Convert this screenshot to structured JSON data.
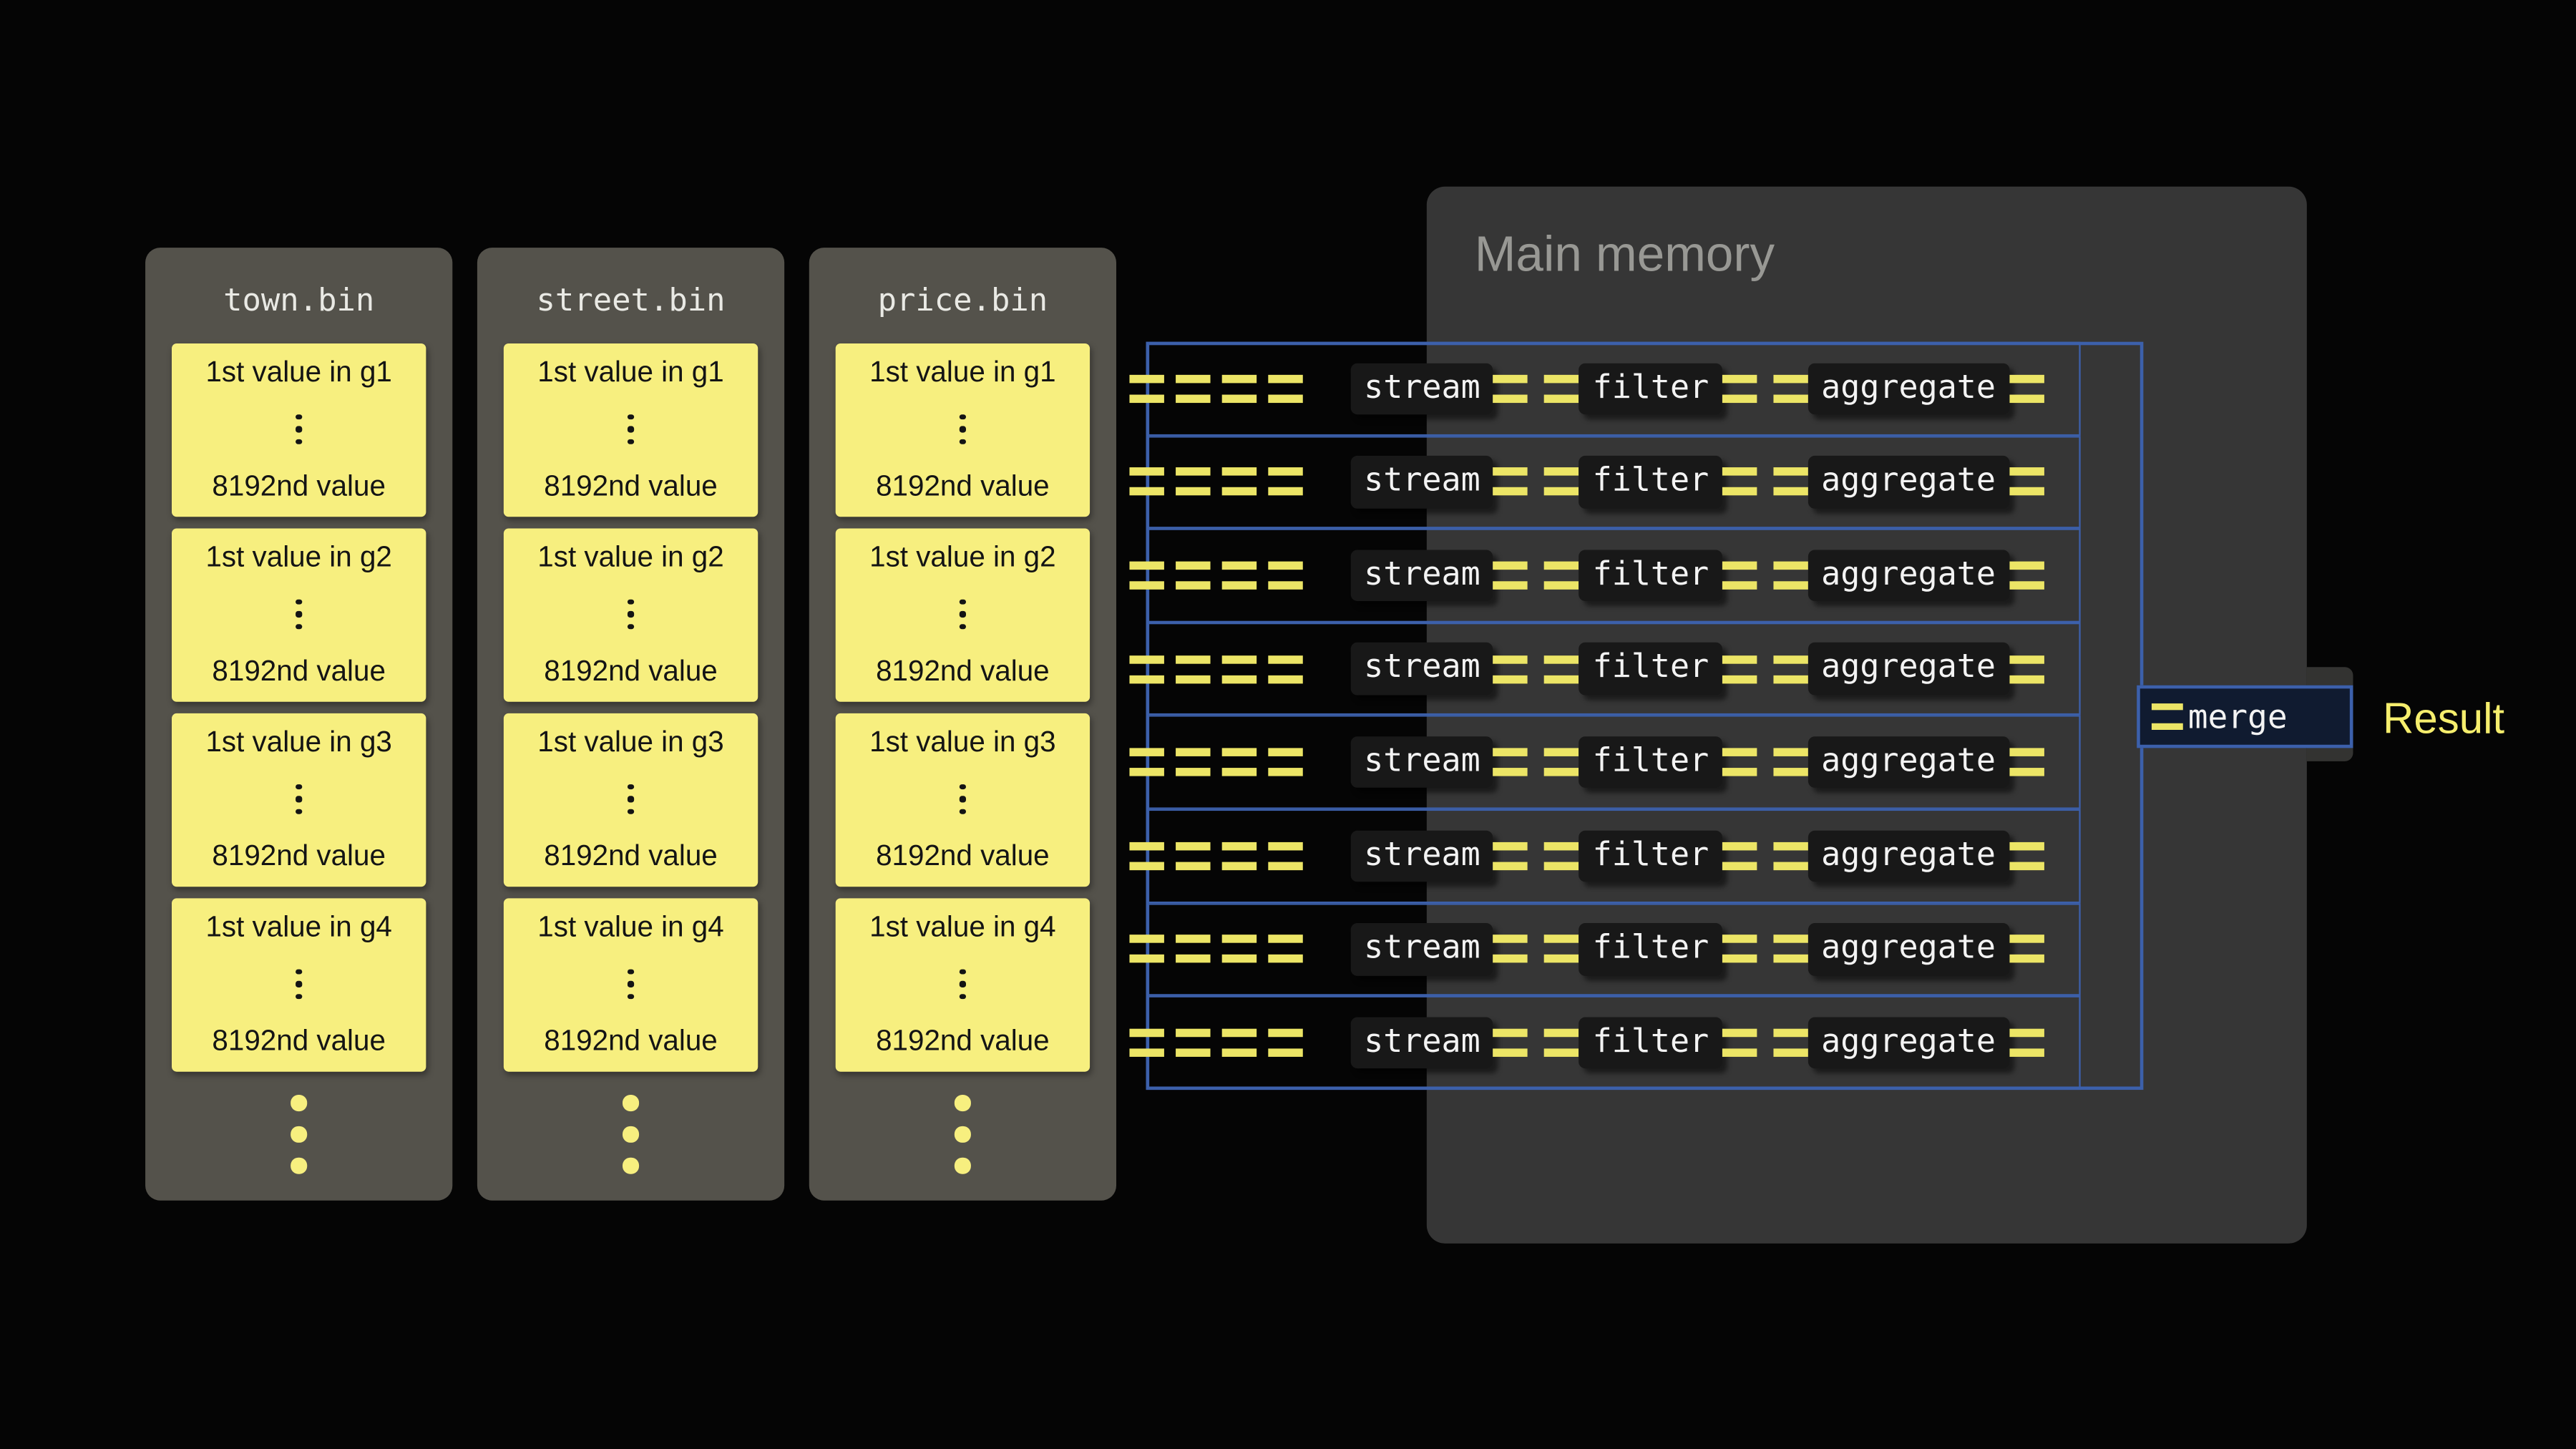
{
  "files": [
    {
      "name": "town.bin",
      "groups": [
        {
          "first": "1st value in g1",
          "last": "8192nd value"
        },
        {
          "first": "1st value in g2",
          "last": "8192nd value"
        },
        {
          "first": "1st value in g3",
          "last": "8192nd value"
        },
        {
          "first": "1st value in g4",
          "last": "8192nd value"
        }
      ]
    },
    {
      "name": "street.bin",
      "groups": [
        {
          "first": "1st value in g1",
          "last": "8192nd value"
        },
        {
          "first": "1st value in g2",
          "last": "8192nd value"
        },
        {
          "first": "1st value in g3",
          "last": "8192nd value"
        },
        {
          "first": "1st value in g4",
          "last": "8192nd value"
        }
      ]
    },
    {
      "name": "price.bin",
      "groups": [
        {
          "first": "1st value in g1",
          "last": "8192nd value"
        },
        {
          "first": "1st value in g2",
          "last": "8192nd value"
        },
        {
          "first": "1st value in g3",
          "last": "8192nd value"
        },
        {
          "first": "1st value in g4",
          "last": "8192nd value"
        }
      ]
    }
  ],
  "main_memory": {
    "title": "Main memory"
  },
  "pipelines": {
    "count": 8,
    "stages": [
      "stream",
      "filter",
      "aggregate"
    ]
  },
  "merge": {
    "label": "merge"
  },
  "result": {
    "label": "Result"
  },
  "icons": {
    "equals": "=",
    "ellipsis_vertical": "⋮"
  },
  "colors": {
    "background": "#050505",
    "chunk_yellow": "#f7ef7f",
    "equals_yellow": "#ece566",
    "pipeline_blue": "#3c60ab",
    "file_panel": "#54524b",
    "memory_panel": "#363636",
    "result_text": "#f6ee6d"
  }
}
